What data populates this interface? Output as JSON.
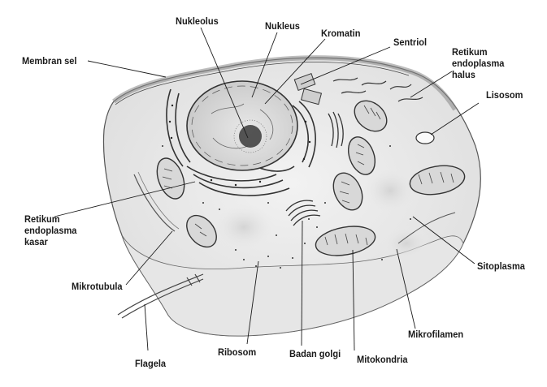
{
  "labels": {
    "nukleolus": "Nukleolus",
    "nukleus": "Nukleus",
    "kromatin": "Kromatin",
    "sentriol": "Sentriol",
    "membran_sel": "Membran sel",
    "re_halus": [
      "Retikum",
      "endoplasma",
      "halus"
    ],
    "lisosom": "Lisosom",
    "re_kasar": [
      "Retikum",
      "endoplasma",
      "kasar"
    ],
    "sitoplasma": "Sitoplasma",
    "mikrotubula": "Mikrotubula",
    "mikrofilamen": "Mikrofilamen",
    "ribosom": "Ribosom",
    "badan_golgi": "Badan golgi",
    "mitokondria": "Mitokondria",
    "flagela": "Flagela"
  },
  "colors": {
    "ink": "#1a1a1a",
    "cytoplasm": "#ededed",
    "membrane": "#9a9a9a",
    "nucleus": "#dcdcdc",
    "mito": "#cfcfcf"
  }
}
